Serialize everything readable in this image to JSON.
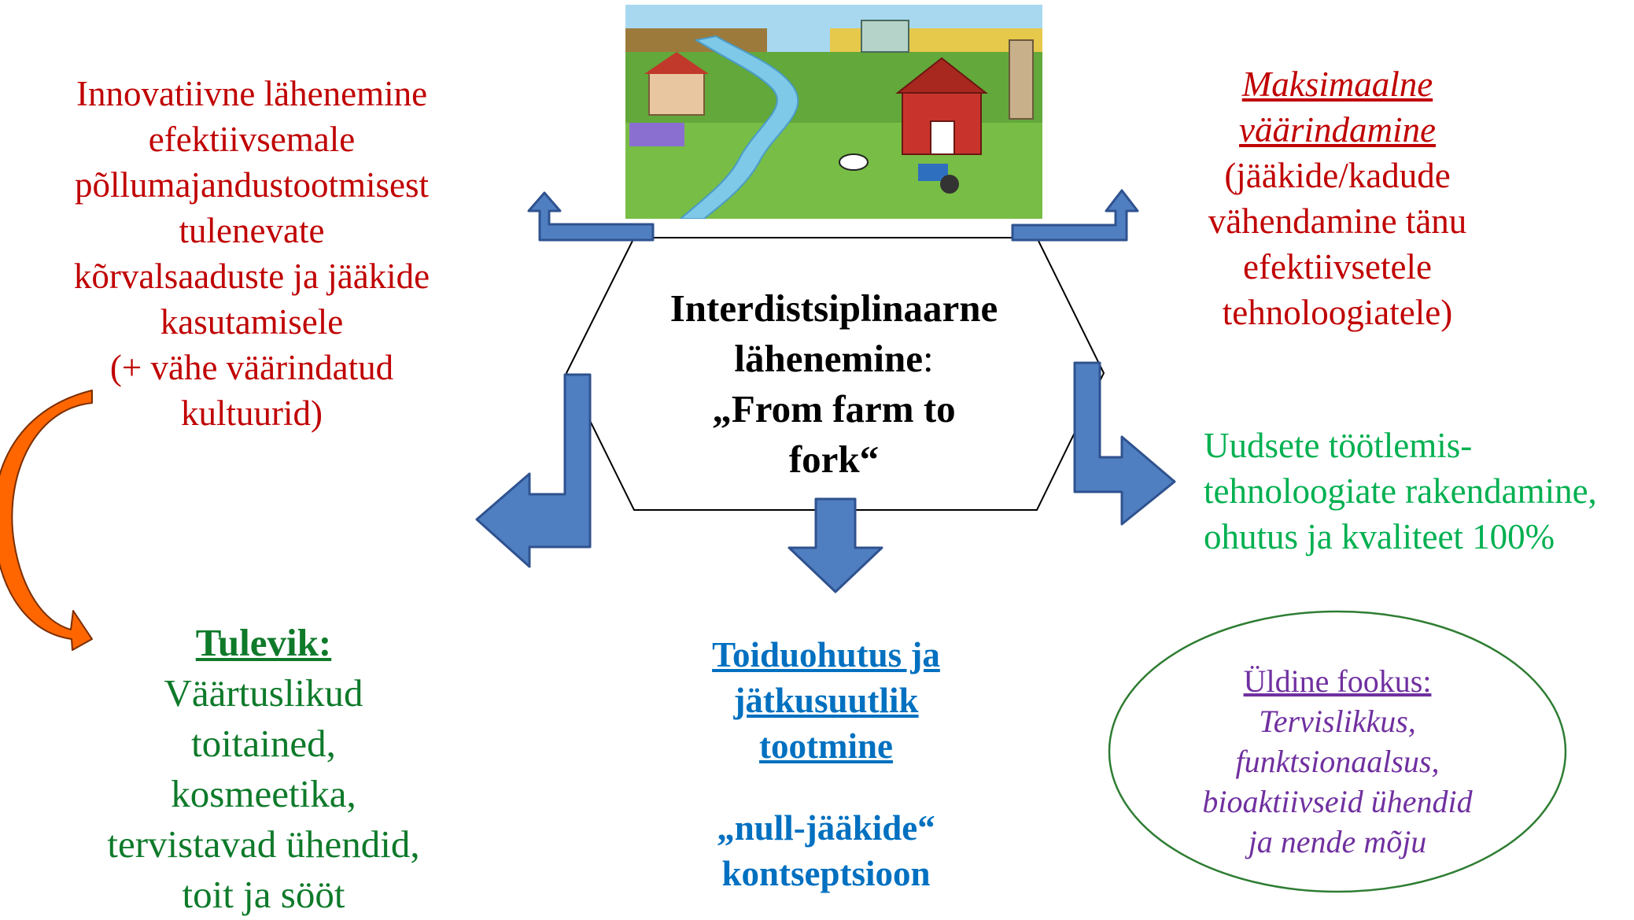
{
  "center": {
    "line1": "Interdistsiplinaarne",
    "line2a": "lähenemine",
    "line2b": ":",
    "line3": "„From farm to",
    "line4": "fork“"
  },
  "top_left": {
    "lines": [
      "Innovatiivne lähenemine",
      "efektiivsemale",
      "põllumajandustootmisest",
      "tulenevate",
      "kõrvalsaaduste ja jääkide",
      "kasutamisele",
      "(+ vähe väärindatud",
      "kultuurid)"
    ]
  },
  "top_right": {
    "title_lines": [
      "Maksimaalne",
      "väärindamine"
    ],
    "lines": [
      "(jääkide/kadude",
      "vähendamine tänu",
      "efektiivsetele",
      "tehnoloogiatele)"
    ]
  },
  "middle_right": {
    "lines": [
      "Uudsete töötlemis-",
      "tehnoloogiate rakendamine,",
      "ohutus ja kvaliteet 100%"
    ]
  },
  "bottom_left": {
    "title": "Tulevik:",
    "lines": [
      "Väärtuslikud",
      "toitained,",
      "kosmeetika,",
      "tervistavad ühendid,",
      "toit ja sööt"
    ]
  },
  "bottom_center": {
    "title_lines": [
      "Toiduohutus ja",
      "jätkusuutlik",
      "tootmine"
    ],
    "lines": [
      "„null-jääkide“",
      "kontseptsioon"
    ]
  },
  "bottom_right": {
    "heading": "Üldine fookus:",
    "lines": [
      "Tervislikkus,",
      "funktsionaalsus,",
      "bioaktiivseid ühendid",
      "ja nende mõju"
    ]
  },
  "colors": {
    "red": "#c00000",
    "green_light": "#00b050",
    "green_dark": "#0e7a2a",
    "blue_text": "#0070c0",
    "purple": "#7030a0",
    "arrow_fill": "#4f7fc0",
    "arrow_stroke": "#2f528f",
    "curved_arrow": "#ff6600",
    "ellipse_stroke": "#2e7d32"
  }
}
